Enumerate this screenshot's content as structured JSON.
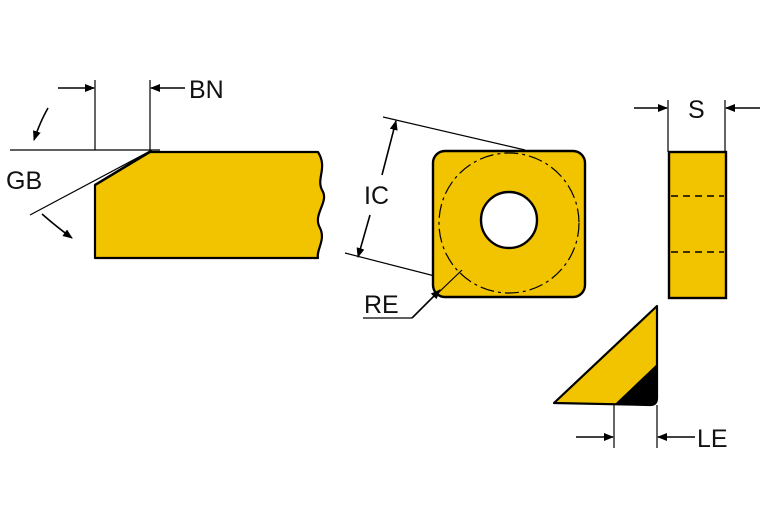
{
  "labels": {
    "bn": "BN",
    "gb": "GB",
    "ic": "IC",
    "re": "RE",
    "s": "S",
    "le": "LE"
  },
  "colors": {
    "insert_fill": "#F2C400",
    "outline": "#000000",
    "background": "#FFFFFF"
  }
}
